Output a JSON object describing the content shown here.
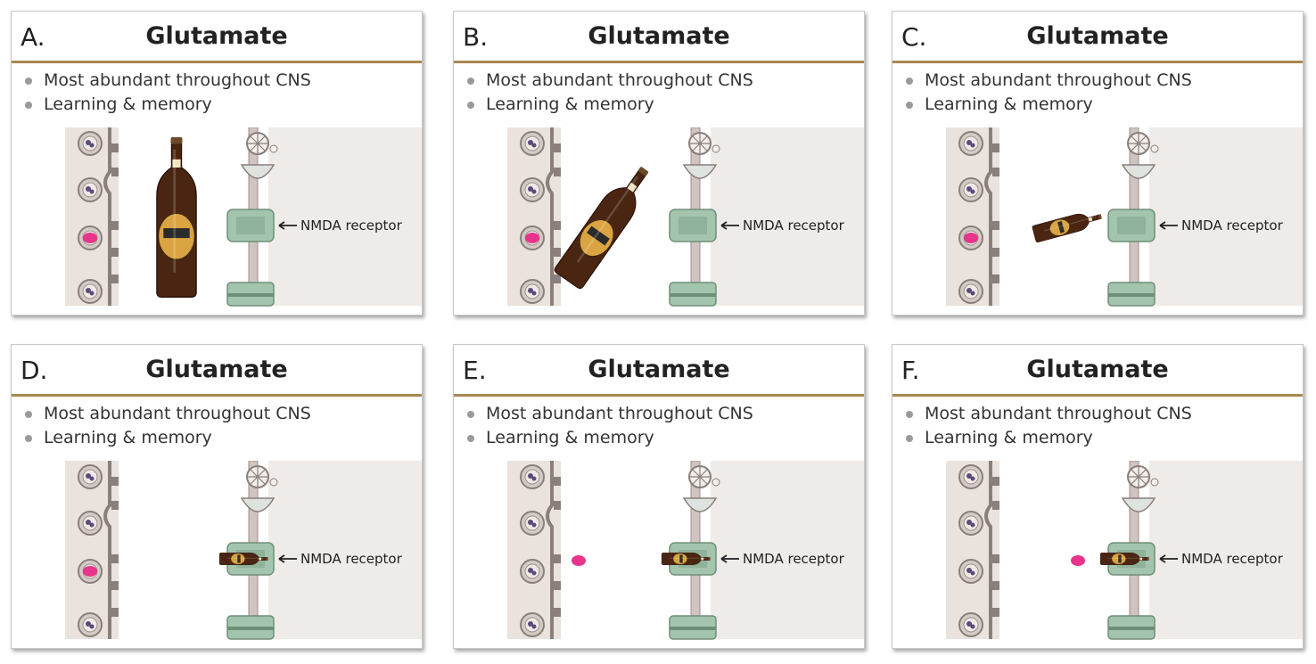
{
  "panels": [
    {
      "letter": "A.",
      "title": "Glutamate",
      "bullets": [
        "Most abundant throughout CNS",
        "Learning & memory"
      ],
      "label": "NMDA receptor",
      "stage": "upright"
    },
    {
      "letter": "B.",
      "title": "Glutamate",
      "bullets": [
        "Most abundant throughout CNS",
        "Learning & memory"
      ],
      "label": "NMDA receptor",
      "stage": "tilted"
    },
    {
      "letter": "C.",
      "title": "Glutamate",
      "bullets": [
        "Most abundant throughout CNS",
        "Learning & memory"
      ],
      "label": "NMDA receptor",
      "stage": "nearly-horizontal"
    },
    {
      "letter": "D.",
      "title": "Glutamate",
      "bullets": [
        "Most abundant throughout CNS",
        "Learning & memory"
      ],
      "label": "NMDA receptor",
      "stage": "in-receptor"
    },
    {
      "letter": "E.",
      "title": "Glutamate",
      "bullets": [
        "Most abundant throughout CNS",
        "Learning & memory"
      ],
      "label": "NMDA receptor",
      "stage": "in-receptor-glutamate-released"
    },
    {
      "letter": "F.",
      "title": "Glutamate",
      "bullets": [
        "Most abundant throughout CNS",
        "Learning & memory"
      ],
      "label": "NMDA receptor",
      "stage": "in-receptor-glutamate-blocked"
    }
  ],
  "colors": {
    "rule": "#a9874f",
    "glutamate": "#e8348a",
    "receptor": "#a3c4ad",
    "membrane": "#d9cfca",
    "bottle": "#4a2512",
    "label_gold": "#d9a441"
  }
}
